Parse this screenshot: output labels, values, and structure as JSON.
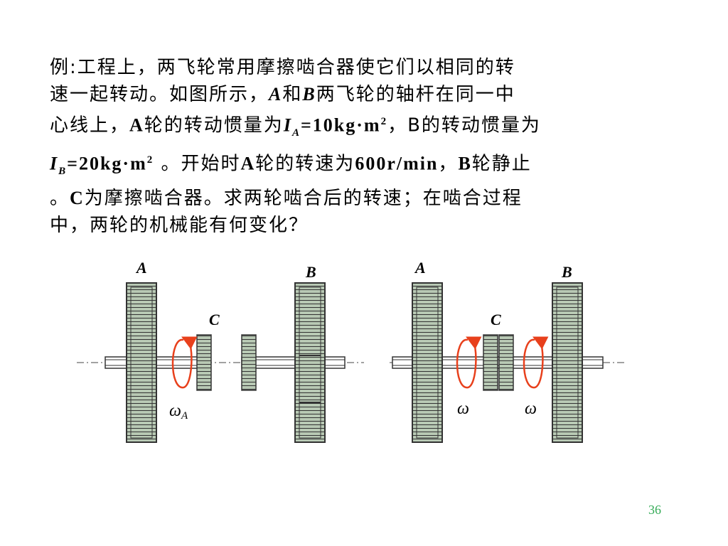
{
  "problem": {
    "l1": "例:工程上，两飞轮常用摩擦啮合器使它们以相同的转",
    "l2a": "速一起转动。如图所示，",
    "l2A": "A",
    "l2b": "和",
    "l2B": "B",
    "l2c": "两飞轮的轴杆在同一中",
    "l3a": "心线上，",
    "l3A": "A",
    "l3b": "轮的转动惯量为",
    "l3I": "I",
    "l3sub": "A",
    "l3val": "=10kg·m",
    "l3sup": "2",
    "l3c": "，B的转动惯量为",
    "l4I": "I",
    "l4sub": "B",
    "l4val": "=20kg·m",
    "l4sup": "2",
    "l4a": " 。开始时",
    "l4A": "A",
    "l4b": "轮的转速为",
    "l4speed": "600r/min",
    "l4c": "，",
    "l4B": "B",
    "l4d": "轮静止",
    "l5a": "。",
    "l5C": "C",
    "l5b": "为摩擦啮合器。求两轮啮合后的转速；在啮合过程",
    "l6": "中，两轮的机械能有何变化？"
  },
  "figure_left": {
    "label_A": "A",
    "label_B": "B",
    "label_C": "C",
    "omega": "ω",
    "omega_sub": "A"
  },
  "figure_right": {
    "label_A": "A",
    "label_B": "B",
    "label_C": "C",
    "omega_left": "ω",
    "omega_right": "ω"
  },
  "page_number": "36",
  "colors": {
    "wheel_fill": "#b8c9b4",
    "hatch": "#333333",
    "arrow": "#e8401c",
    "page_number": "#33aa55"
  }
}
